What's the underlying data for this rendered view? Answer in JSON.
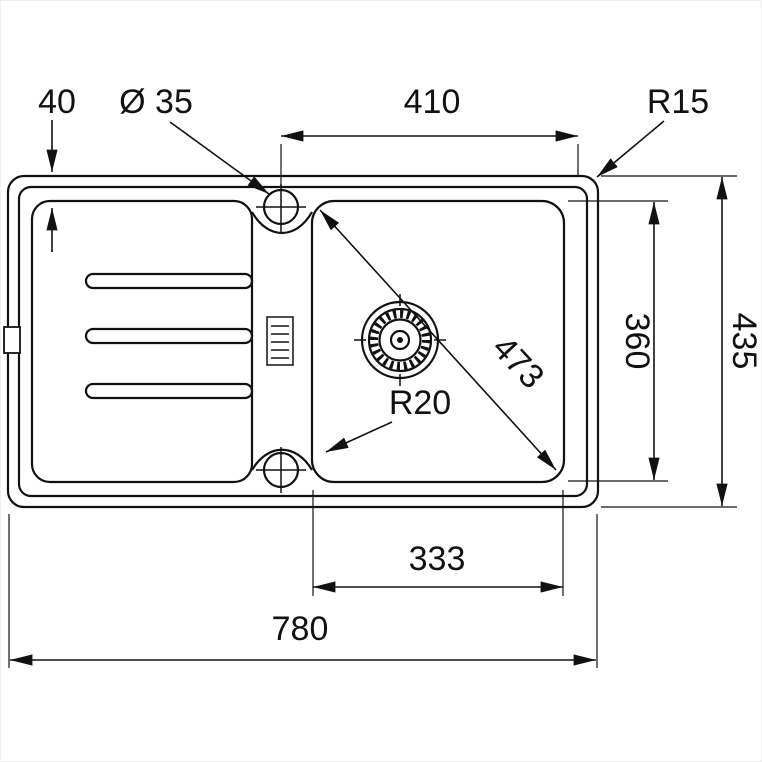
{
  "drawing": {
    "background": "#ffffff",
    "line_color": "#111111",
    "labels": {
      "edge_offset": "40",
      "tap_hole_diameter": "Ø 35",
      "bowl_width_top": "410",
      "outer_corner_radius": "R15",
      "overall_depth": "435",
      "bowl_depth": "360",
      "bowl_diagonal": "473",
      "bowl_corner_radius": "R20",
      "bowl_width_bottom": "333",
      "overall_width": "780"
    }
  }
}
